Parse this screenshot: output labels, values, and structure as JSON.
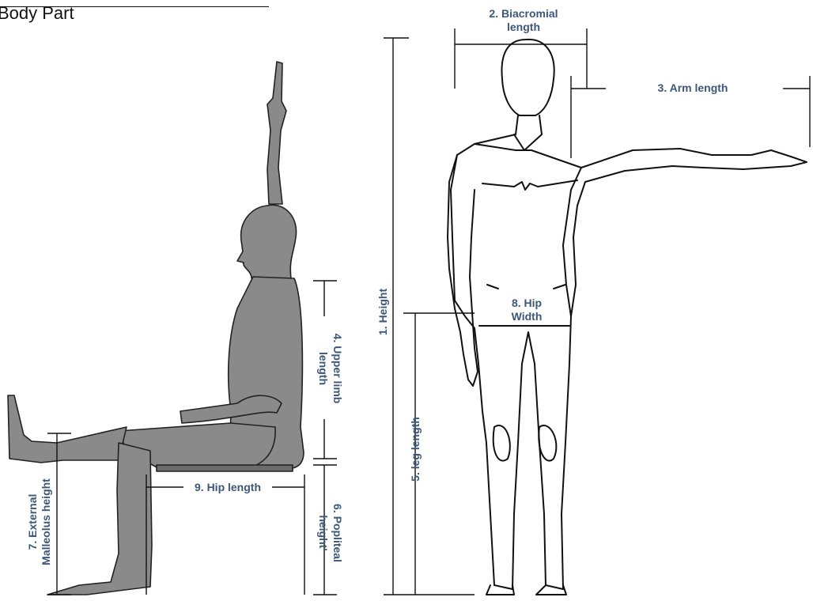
{
  "header": {
    "title": "Body Part"
  },
  "labels": {
    "height": "1. Height",
    "biacromial": [
      "2. Biacromial",
      "length"
    ],
    "arm": "3. Arm length",
    "upper_limb": [
      "4. Upper limb",
      "length"
    ],
    "leg": "5. leg  length",
    "popliteal": [
      "6. Popliteal",
      "height'"
    ],
    "malleolus": [
      "7. External",
      "Malleolus height"
    ],
    "hip_width": [
      "8. Hip",
      "Width"
    ],
    "hip_length": "9. Hip length"
  },
  "colors": {
    "label": "#3c5777",
    "figure_fill": "#8a8a8a",
    "line": "#111111"
  },
  "icons": {
    "seated": "seated-figure-illustration",
    "standing": "standing-figure-illustration"
  }
}
